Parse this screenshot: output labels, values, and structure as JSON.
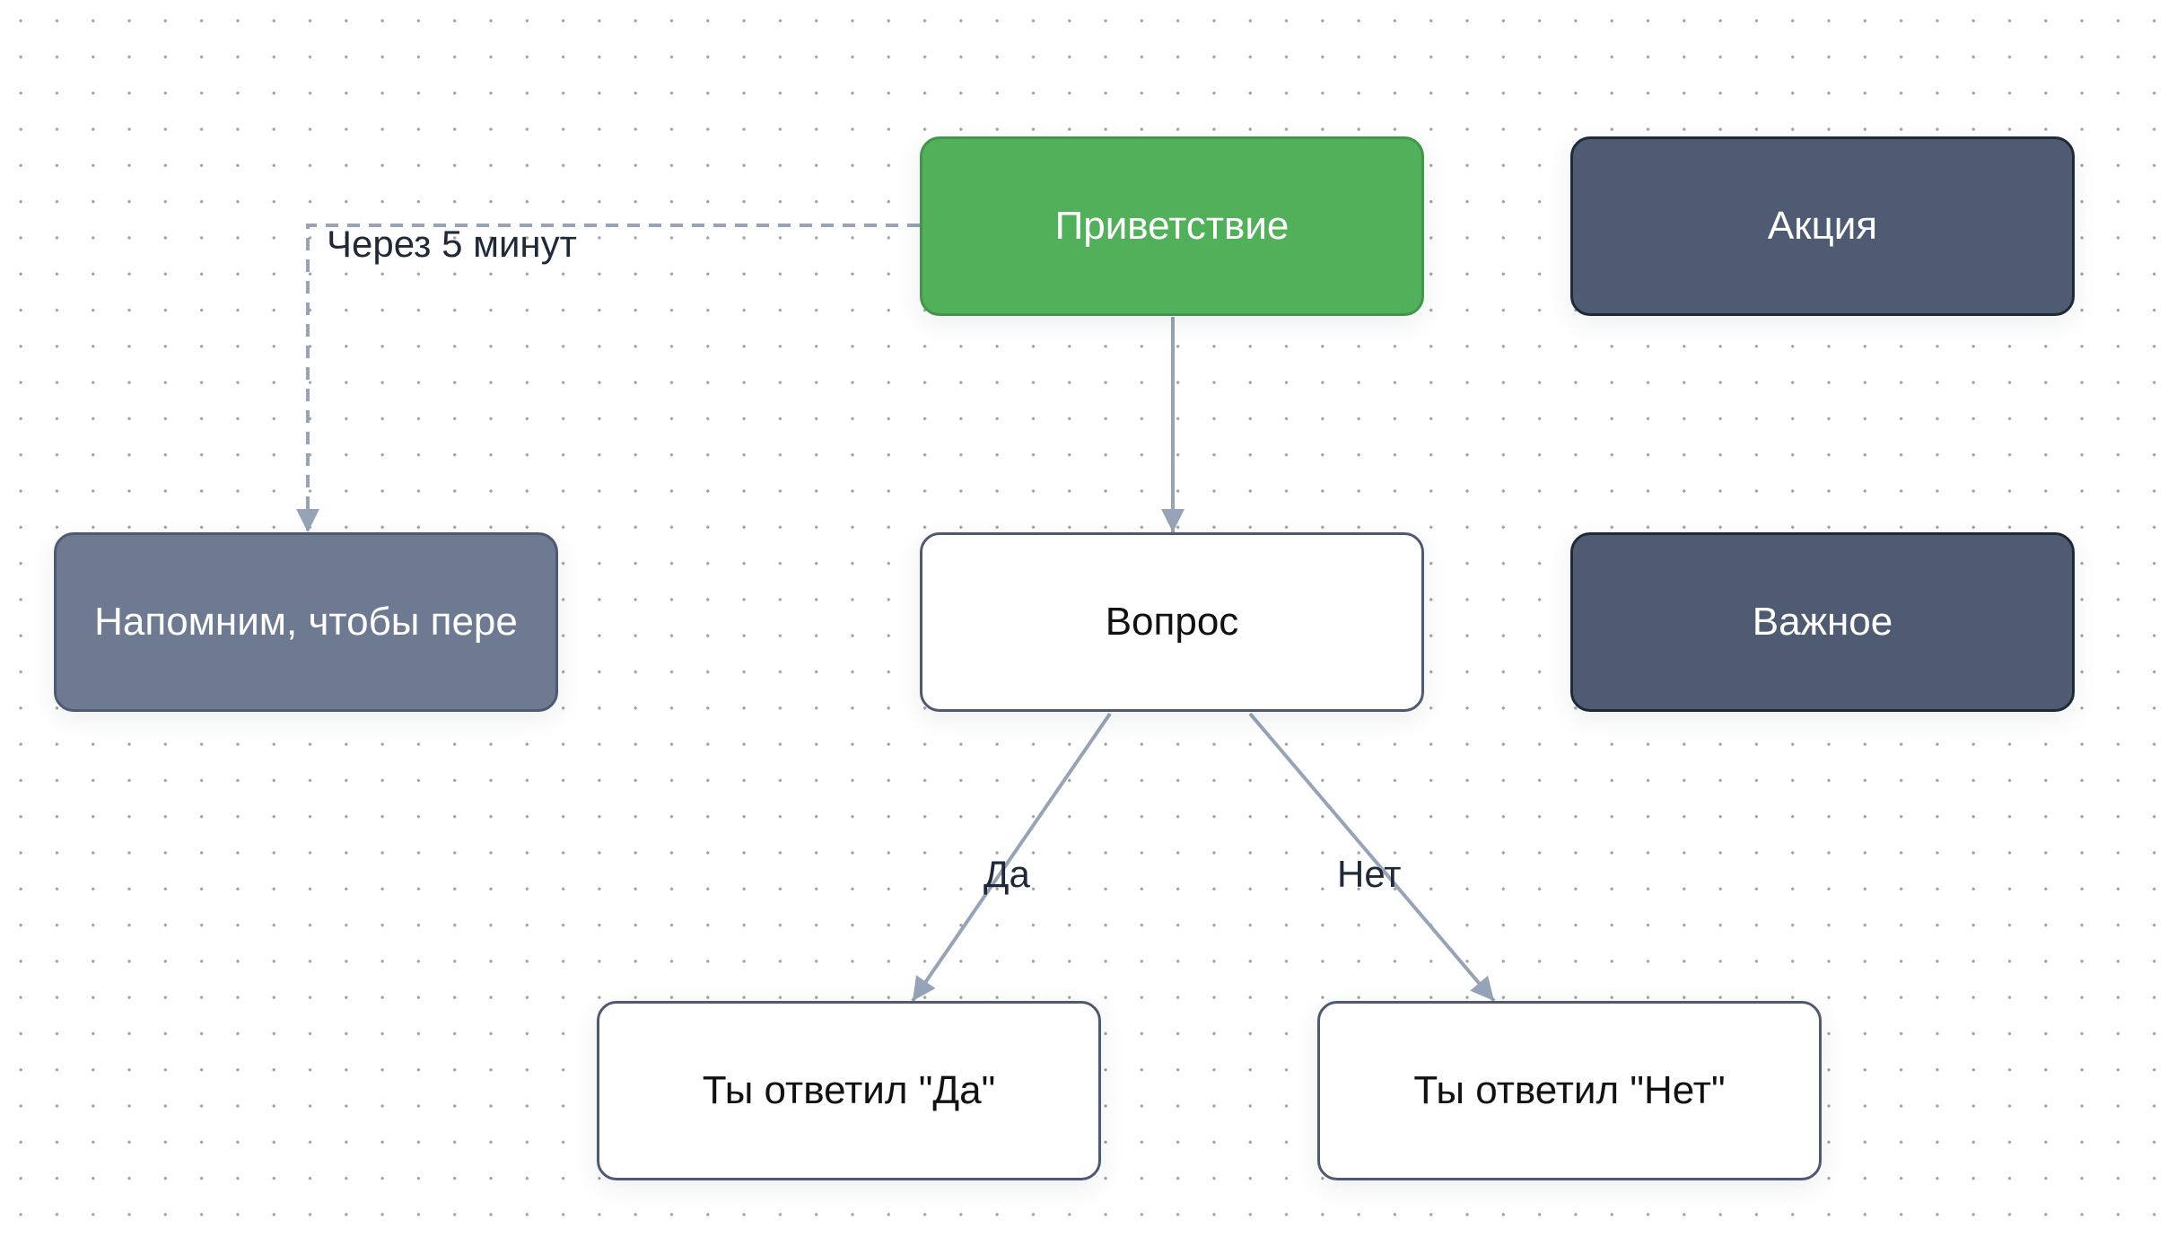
{
  "canvas": {
    "grid": "dotted"
  },
  "colors": {
    "edge": "#97a3b6",
    "start_fill": "#52b05a",
    "dark_fill": "#4f5b72",
    "muted_fill": "#6e7a92",
    "plain_fill": "#ffffff",
    "label_text": "#1f2937"
  },
  "nodes": [
    {
      "id": "greeting",
      "label": "Приветствие",
      "style": "start"
    },
    {
      "id": "promo",
      "label": "Акция",
      "style": "dark"
    },
    {
      "id": "reminder",
      "label": "Напомним, чтобы пере",
      "style": "muted"
    },
    {
      "id": "question",
      "label": "Вопрос",
      "style": "plain"
    },
    {
      "id": "important",
      "label": "Важное",
      "style": "dark"
    },
    {
      "id": "answer_yes",
      "label": "Ты ответил \"Да\"",
      "style": "plain"
    },
    {
      "id": "answer_no",
      "label": "Ты ответил \"Нет\"",
      "style": "plain"
    }
  ],
  "edges": [
    {
      "from": "greeting",
      "to": "reminder",
      "label": "Через 5 минут",
      "dashed": true
    },
    {
      "from": "greeting",
      "to": "question",
      "label": "",
      "dashed": false
    },
    {
      "from": "question",
      "to": "answer_yes",
      "label": "Да",
      "dashed": false
    },
    {
      "from": "question",
      "to": "answer_no",
      "label": "Нет",
      "dashed": false
    }
  ]
}
